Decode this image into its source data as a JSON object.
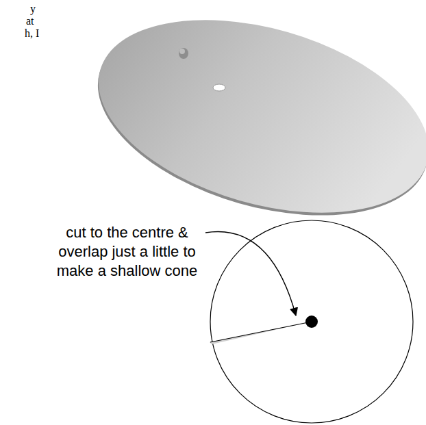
{
  "diagram": {
    "labels": [
      "y",
      "at",
      "h, I",
      "cut to the centre & overlap just a little to make a shallow cone"
    ]
  }
}
